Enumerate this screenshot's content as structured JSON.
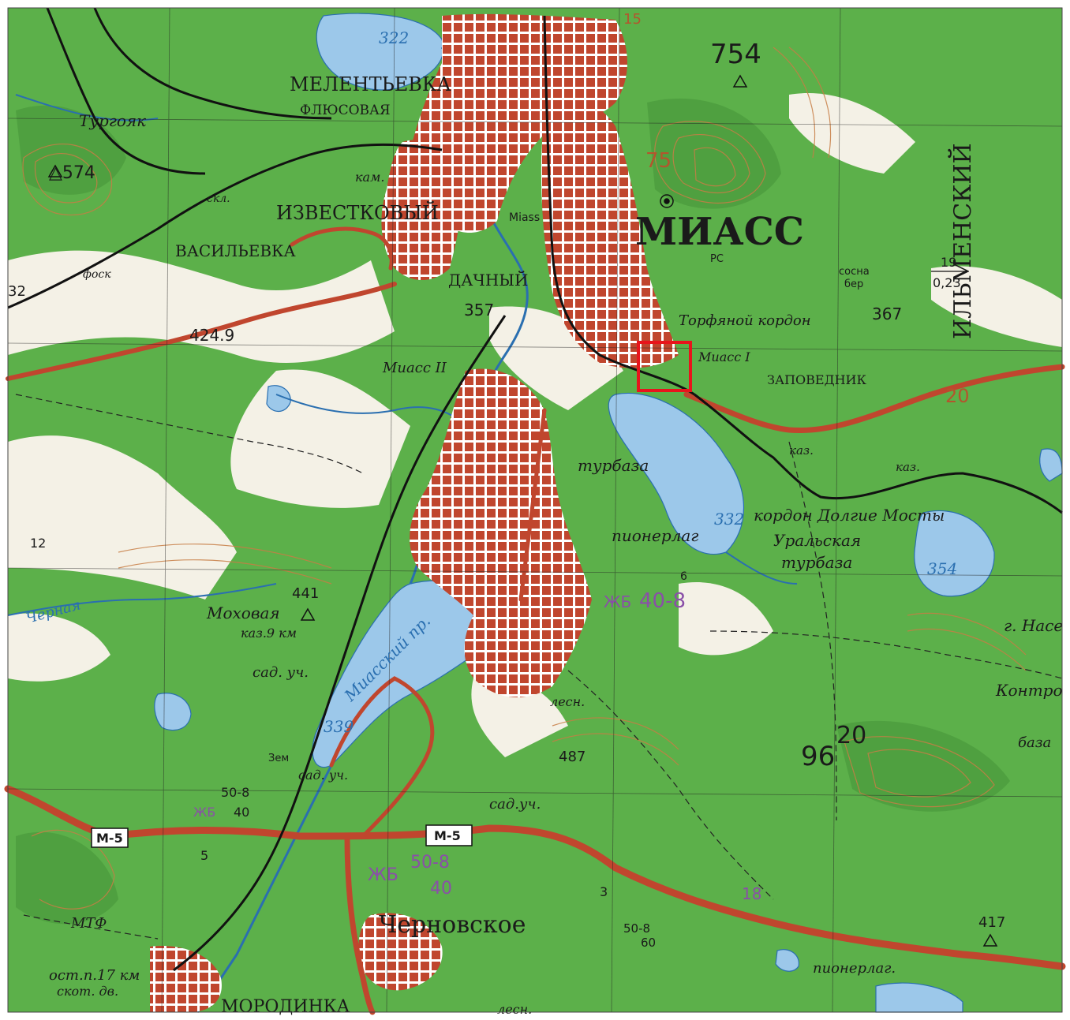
{
  "map": {
    "colors": {
      "forest": "#5cb04a",
      "forest_dark": "#4a9a3c",
      "open": "#f4f1e6",
      "water": "#9cc8ea",
      "water_edge": "#2a6fb0",
      "urban": "#c0462e",
      "road_main": "#c0462e",
      "contour": "#c77d45",
      "rail": "#111111",
      "grid": "#222222",
      "highlight": "#e8141c"
    },
    "labels": {
      "miass": "МИАСС",
      "melentyevka": "МЕЛЕНТЬЕВКА",
      "flyusovaya": "ФЛЮСОВАЯ",
      "izvestkovy": "ИЗВЕСТКОВЫЙ",
      "vasilyevka": "ВАСИЛЬЕВКА",
      "dachny": "ДАЧНЫЙ",
      "chernovskoe": "Черновское",
      "morodinka": "МОРОДИНКА",
      "ilmensky": "ИЛЬМЕНСКИЙ",
      "turgoyak": "Тургояк",
      "miass_small": "Miass",
      "miass_ii": "Миасс II",
      "miass_i": "Миасс I",
      "torfyanoy_kordon": "Торфяной кордон",
      "zapovednik": "ЗАПОВЕДНИК",
      "kordon_dolgie_mosty": "кордон Долгие Мосты",
      "uralskaya": "Уральская",
      "turbaza": "турбаза",
      "turbaza2": "турбаза",
      "pionerlag": "пионерлаг",
      "pionerlag2": "пионерлаг.",
      "mokhovaya": "Моховая",
      "kaz_9km": "каз.9 км",
      "sad_uch_1": "сад. уч.",
      "sad_uch_2": "сад.уч.",
      "sad_uch_3": "сад. уч.",
      "miassky_pr": "Миасский пр.",
      "mtf": "МТФ",
      "ost_17km": "ост.п.17 км",
      "skot_dv": "скот. дв.",
      "lesn_1": "лесн.",
      "lesn_2": "лесн.",
      "chernaya": "Черная",
      "g_nase": "г. Насе",
      "kontro": "Контро",
      "baza": "база",
      "kam": "кам.",
      "skl": "скл.",
      "fosk": "фоск",
      "sosna": "сосна",
      "ber": "бер",
      "ps": "РС",
      "kaz1": "каз.",
      "kaz2": "каз.",
      "zem": "Зем"
    },
    "elevations": {
      "e754": "754",
      "e574": "△574",
      "e424": "424.9",
      "e357": "357",
      "e367": "367",
      "e322": "322",
      "e339": "339",
      "e332": "332",
      "e354": "354",
      "e487": "487",
      "e441": "441",
      "e417": "417",
      "e75": "75",
      "e96": "96",
      "e20a": "20",
      "e20b": "20",
      "e15": "15",
      "e32": "32",
      "e12": "12",
      "e5": "5",
      "e3": "3",
      "e18": "18",
      "e6": "6"
    },
    "roads": {
      "m5_west": "М-5",
      "m5_center": "М-5"
    },
    "bridges": {
      "b1": "ЖБ",
      "b1_spec": "50-8",
      "b1_spec2": "40",
      "b2": "ЖБ",
      "b2_spec": "50-8",
      "b2_spec2": "40",
      "b3": "ЖБ",
      "b3_spec": "40-8",
      "b4_spec": "50-8",
      "b4_spec2": "60"
    },
    "tree_data": {
      "num": "19",
      "den": "0,23"
    }
  }
}
